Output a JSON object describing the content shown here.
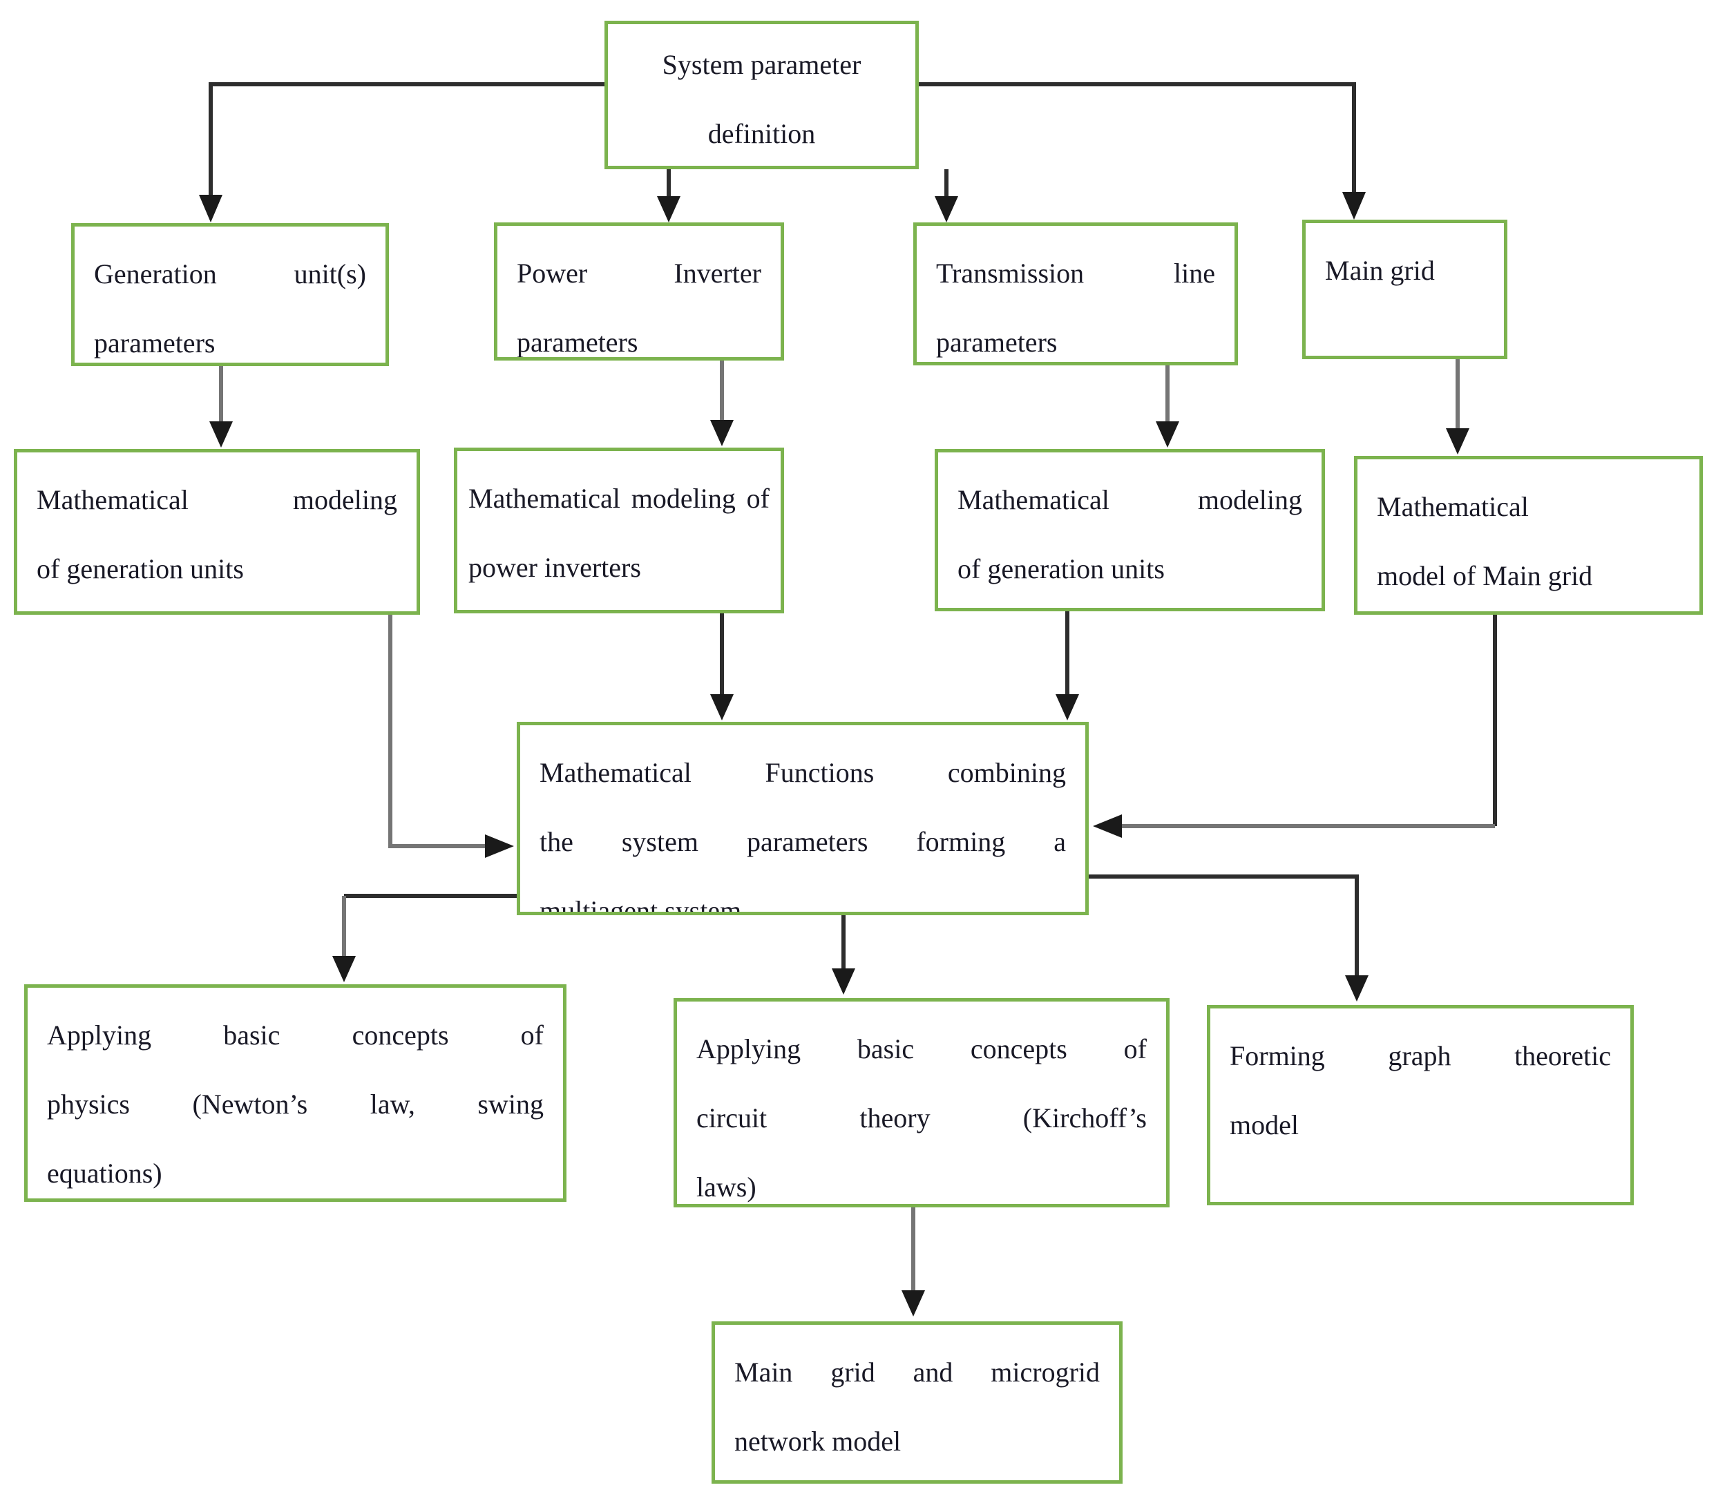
{
  "diagram": {
    "background": "#ffffff",
    "box_border_color": "#7cb34e",
    "text_color": "#191926",
    "connector_black": "#2d2d2d",
    "connector_gray": "#757575",
    "nodes": {
      "system_parameter_definition": {
        "lines": [
          "System parameter",
          "definition"
        ]
      },
      "generation_unit_parameters": {
        "lines": [
          "Generation unit(s)",
          "parameters"
        ]
      },
      "power_inverter_parameters": {
        "lines": [
          "Power Inverter",
          "parameters"
        ]
      },
      "transmission_line_parameters": {
        "lines": [
          "Transmission line",
          "parameters"
        ]
      },
      "main_grid": {
        "lines": [
          "Main grid"
        ]
      },
      "math_modeling_generation_units_left": {
        "lines": [
          "Mathematical modeling",
          "of generation units"
        ]
      },
      "math_modeling_power_inverters": {
        "lines": [
          "Mathematical modeling of",
          "power inverters"
        ]
      },
      "math_modeling_generation_units_right": {
        "lines": [
          "Mathematical modeling",
          "of generation units"
        ]
      },
      "math_model_main_grid": {
        "lines": [
          "Mathematical",
          "model of Main grid"
        ]
      },
      "math_functions_multiagent": {
        "lines": [
          "Mathematical Functions combining",
          "the system parameters forming a",
          "multiagent system"
        ]
      },
      "applying_physics_concepts": {
        "lines": [
          "Applying basic concepts of",
          "physics (Newton’s law, swing",
          "equations)"
        ]
      },
      "applying_circuit_theory": {
        "lines": [
          "Applying basic concepts of",
          "circuit theory (Kirchoff’s",
          "laws)"
        ]
      },
      "forming_graph_theoretic_model": {
        "lines": [
          "Forming graph theoretic",
          "model"
        ]
      },
      "main_grid_microgrid_network_model": {
        "lines": [
          "Main grid and microgrid",
          "network model"
        ]
      }
    },
    "edges": [
      {
        "from": "system_parameter_definition",
        "to": "generation_unit_parameters"
      },
      {
        "from": "system_parameter_definition",
        "to": "power_inverter_parameters"
      },
      {
        "from": "system_parameter_definition",
        "to": "transmission_line_parameters"
      },
      {
        "from": "system_parameter_definition",
        "to": "main_grid"
      },
      {
        "from": "generation_unit_parameters",
        "to": "math_modeling_generation_units_left"
      },
      {
        "from": "power_inverter_parameters",
        "to": "math_modeling_power_inverters"
      },
      {
        "from": "transmission_line_parameters",
        "to": "math_modeling_generation_units_right"
      },
      {
        "from": "main_grid",
        "to": "math_model_main_grid"
      },
      {
        "from": "math_modeling_generation_units_left",
        "to": "math_functions_multiagent"
      },
      {
        "from": "math_modeling_power_inverters",
        "to": "math_functions_multiagent"
      },
      {
        "from": "math_modeling_generation_units_right",
        "to": "math_functions_multiagent"
      },
      {
        "from": "math_model_main_grid",
        "to": "math_functions_multiagent"
      },
      {
        "from": "math_functions_multiagent",
        "to": "applying_physics_concepts"
      },
      {
        "from": "math_functions_multiagent",
        "to": "applying_circuit_theory"
      },
      {
        "from": "math_functions_multiagent",
        "to": "forming_graph_theoretic_model"
      },
      {
        "from": "applying_circuit_theory",
        "to": "main_grid_microgrid_network_model"
      }
    ]
  }
}
